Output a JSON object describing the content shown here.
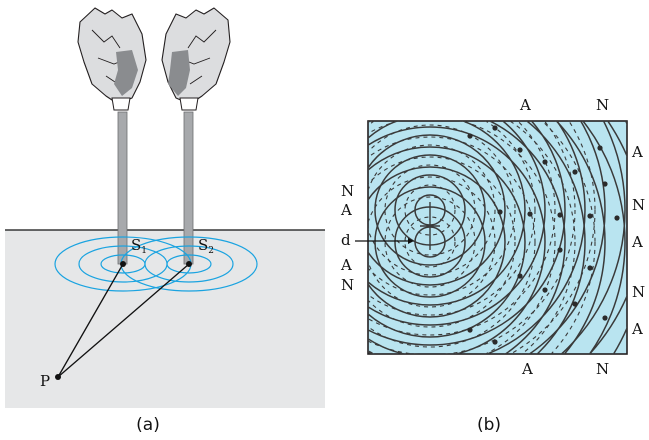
{
  "panel_a": {
    "caption": "(a)",
    "source1_label": "S",
    "source1_sub": "1",
    "source2_label": "S",
    "source2_sub": "2",
    "point_label": "P",
    "wave_color": "#1aa3e0",
    "surface_color": "#e6e7e8",
    "icons": [
      "hand-icon",
      "hand-icon"
    ]
  },
  "panel_b": {
    "caption": "(b)",
    "pattern_color": "#b9e4f0",
    "top_labels": [
      "A",
      "N"
    ],
    "bottom_labels": [
      "A",
      "N"
    ],
    "left_labels": [
      "N",
      "A",
      "A",
      "N"
    ],
    "left_pointer_label": "d",
    "right_labels": [
      "A",
      "N",
      "A",
      "N",
      "A"
    ]
  }
}
